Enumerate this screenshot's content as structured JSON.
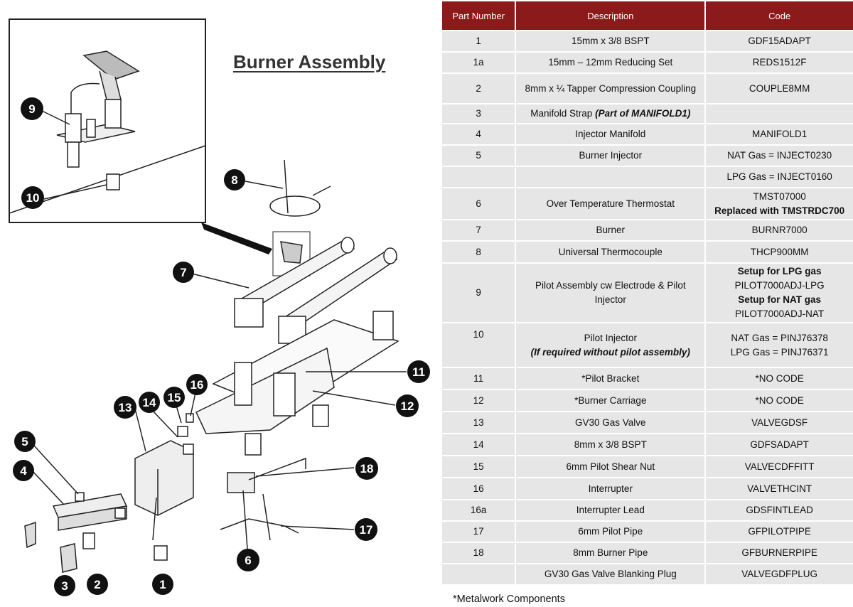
{
  "title": "Burner Assembly",
  "table": {
    "headers": [
      "Part Number",
      "Description",
      "Code"
    ],
    "rows": [
      {
        "part": "1",
        "desc": "15mm x 3/8 BSPT",
        "code": "GDF15ADAPT"
      },
      {
        "part": "1a",
        "desc": "15mm – 12mm Reducing Set",
        "code": "REDS1512F"
      },
      {
        "part": "2",
        "desc": "8mm x ¼ Tapper Compression Coupling",
        "code": "COUPLE8MM"
      },
      {
        "part": "3",
        "desc": "Manifold Strap",
        "desc_note": "(Part of MANIFOLD1)",
        "code": ""
      },
      {
        "part": "4",
        "desc": "Injector Manifold",
        "code": "MANIFOLD1"
      },
      {
        "part": "5",
        "desc": "Burner Injector",
        "code": "NAT Gas = INJECT0230"
      },
      {
        "part": "",
        "desc": "",
        "code": "LPG Gas =  INJECT0160"
      },
      {
        "part": "6",
        "desc": "Over Temperature Thermostat",
        "code": "TMST07000",
        "code_note": "Replaced with TMSTRDC700"
      },
      {
        "part": "7",
        "desc": "Burner",
        "code": "BURNR7000"
      },
      {
        "part": "8",
        "desc": "Universal Thermocouple",
        "code": "THCP900MM"
      },
      {
        "part": "9",
        "desc": "Pilot Assembly cw Electrode & Pilot Injector",
        "code_lines": [
          "Setup for LPG gas",
          "PILOT7000ADJ-LPG",
          "Setup for NAT gas",
          "PILOT7000ADJ-NAT"
        ]
      },
      {
        "part": "10",
        "desc": "Pilot Injector",
        "desc_note": "(If required without pilot assembly)",
        "code_lines": [
          "NAT Gas = PINJ76378",
          "LPG Gas = PINJ76371"
        ]
      },
      {
        "part": "11",
        "desc": "*Pilot Bracket",
        "code": "*NO CODE"
      },
      {
        "part": "12",
        "desc": "*Burner Carriage",
        "code": "*NO CODE"
      },
      {
        "part": "13",
        "desc": "GV30 Gas Valve",
        "code": "VALVEGDSF"
      },
      {
        "part": "14",
        "desc": "8mm x 3/8 BSPT",
        "code": "GDFSADAPT"
      },
      {
        "part": "15",
        "desc": "6mm Pilot Shear Nut",
        "code": "VALVECDFFITT"
      },
      {
        "part": "16",
        "desc": "Interrupter",
        "code": "VALVETHCINT"
      },
      {
        "part": "16a",
        "desc": "Interrupter Lead",
        "code": "GDSFINTLEAD"
      },
      {
        "part": "17",
        "desc": "6mm Pilot Pipe",
        "code": "GFPILOTPIPE"
      },
      {
        "part": "18",
        "desc": "8mm Burner Pipe",
        "code": "GFBURNERPIPE"
      },
      {
        "part": "",
        "desc": "GV30 Gas Valve Blanking Plug",
        "code": "VALVEGDFPLUG"
      }
    ]
  },
  "footnote": "*Metalwork Components",
  "callouts": [
    "1",
    "2",
    "3",
    "4",
    "5",
    "6",
    "7",
    "8",
    "9",
    "10",
    "11",
    "12",
    "13",
    "14",
    "15",
    "16",
    "17",
    "18"
  ],
  "colors": {
    "header_bg": "#8b1a1a",
    "row_bg": "#e6e6e6"
  }
}
